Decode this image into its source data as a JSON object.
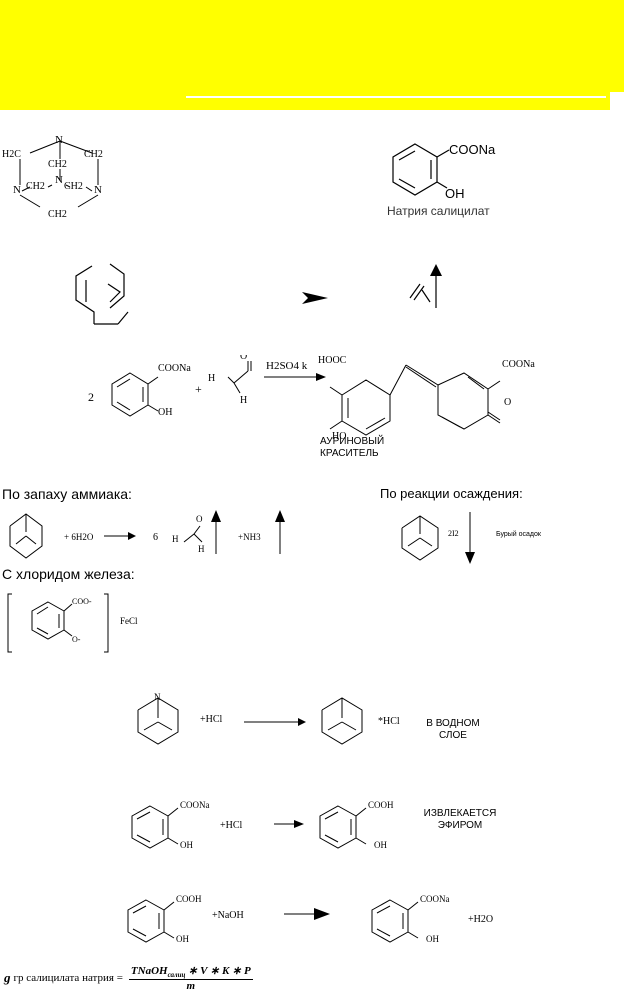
{
  "header": {
    "banner_color": "#ffff00"
  },
  "structures": {
    "hexamine": {
      "ch2_top_left": "H2C",
      "ch2_top_right": "CH2",
      "ch2_center": "CH2",
      "ch2_mid_left": "CH2",
      "ch2_mid_right": "CH2",
      "ch2_bottom": "CH2",
      "n": "N"
    },
    "sodium_salicylate": {
      "group": "COONa",
      "oh": "OH",
      "caption": "Натрия салицилат"
    }
  },
  "aurin_reaction": {
    "coefficient": "2",
    "reactant_group": "COONa",
    "reactant_oh": "OH",
    "plus": "+",
    "aldehyde_h1": "H",
    "aldehyde_h2": "H",
    "aldehyde_o": "O",
    "reagent": "H2SO4 k",
    "product_left_group": "HOOC",
    "product_right_group": "COONa",
    "product_oh": "HO",
    "product_o": "O",
    "caption_line1": "АУРИНОВЫЙ",
    "caption_line2": "КРАСИТЕЛЬ"
  },
  "ammonia_test": {
    "heading": "По запаху аммиака:",
    "water": "+ 6H2O",
    "coefficient": "6",
    "aldehyde_h": "H",
    "aldehyde_h2": "H",
    "aldehyde_o": "O",
    "ammonia": "+NH3"
  },
  "precipitation_test": {
    "heading": "По реакции осаждения:",
    "reagent": "2I2",
    "result": "Бурый осадок"
  },
  "iron_test": {
    "heading": "С хлоридом железа:",
    "carboxylate": "COO-",
    "phenolate": "O-",
    "reagent": "FeCl"
  },
  "hcl_reaction": {
    "reagent": "+HCl",
    "product": "*HCl",
    "note_line1": "В ВОДНОМ",
    "note_line2": "СЛОЕ"
  },
  "acid_reaction": {
    "reactant_group": "COONa",
    "reactant_oh": "OH",
    "reagent": "+HCl",
    "product_group": "COOH",
    "product_oh": "OH",
    "note_line1": "ИЗВЛЕКАЕТСЯ",
    "note_line2": "ЭФИРОМ"
  },
  "naoh_reaction": {
    "reactant_group": "COOH",
    "reactant_oh": "OH",
    "reagent": "+NaOH",
    "product_group": "COONa",
    "product_oh": "OH",
    "water": "+H2O"
  },
  "formula": {
    "lhs_g": "g",
    "lhs_text": "гр салицилата натрия =",
    "numerator_t": "TNaOH",
    "numerator_sub": "салиц",
    "numerator_rest": "∗ V ∗ K ∗ P",
    "denominator": "m"
  }
}
